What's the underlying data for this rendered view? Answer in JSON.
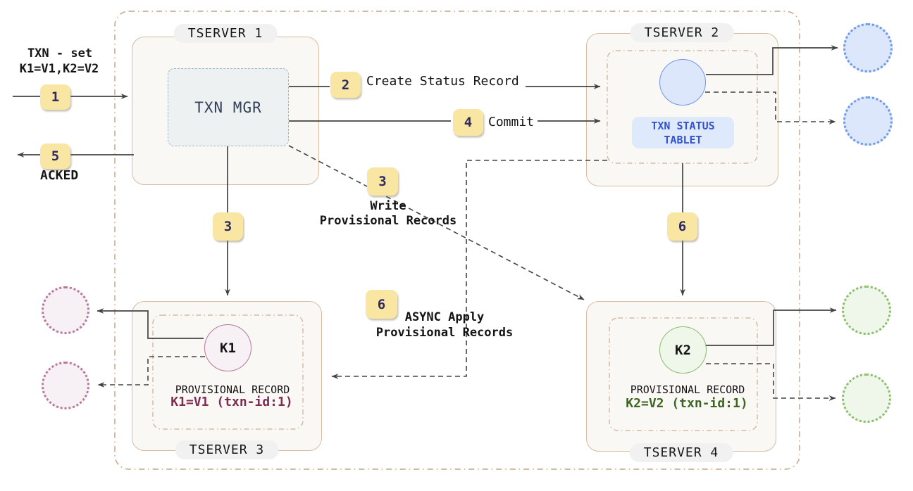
{
  "labels": {
    "txn_set_line1": "TXN - set",
    "txn_set_line2": "K1=V1,K2=V2",
    "acked": "ACKED",
    "create_status_record": "Create Status Record",
    "commit": "Commit",
    "write_line1": "Write",
    "write_line2": "Provisional Records",
    "async_line1": "ASYNC Apply",
    "async_line2": "Provisional Records"
  },
  "badges": {
    "step1": "1",
    "step2": "2",
    "step3_down": "3",
    "step3_write": "3",
    "step4": "4",
    "step5": "5",
    "step6_down": "6",
    "step6_async": "6"
  },
  "tservers": {
    "ts1": {
      "title": "TSERVER 1",
      "txn_mgr": "TXN MGR"
    },
    "ts2": {
      "title": "TSERVER 2",
      "tablet_line1": "TXN STATUS",
      "tablet_line2": "TABLET"
    },
    "ts3": {
      "title": "TSERVER 3",
      "key": "K1",
      "record_title": "PROVISIONAL RECORD",
      "record_value": "K1=V1 (txn-id:1)"
    },
    "ts4": {
      "title": "TSERVER 4",
      "key": "K2",
      "record_title": "PROVISIONAL RECORD",
      "record_value": "K2=V2 (txn-id:1)"
    }
  },
  "colors": {
    "badge-bg": "#f8e6a2",
    "badge-text": "#2e2a62",
    "card-border": "#d7bca4",
    "card-bg": "#faf8f4",
    "outer-border": "#ccb096",
    "inner-border": "#d5bba1",
    "txn-mgr-bg": "#edf1f2",
    "txn-mgr-border": "#9db8cb",
    "txn-mgr-text": "#36415a",
    "tablet-bg": "#dfe9fc",
    "tablet-text": "#3353cc",
    "blue-circle-border": "#6f97e8",
    "blue-circle-bg": "#dce7fc",
    "pink-circle-border": "#b5799c",
    "pink-circle-bg": "#f7f0f4",
    "green-circle-border": "#8cbd6d",
    "green-circle-bg": "#eff7eb",
    "k1-value": "#7e2c54",
    "k2-value": "#3c661f",
    "arrow": "#434343"
  }
}
